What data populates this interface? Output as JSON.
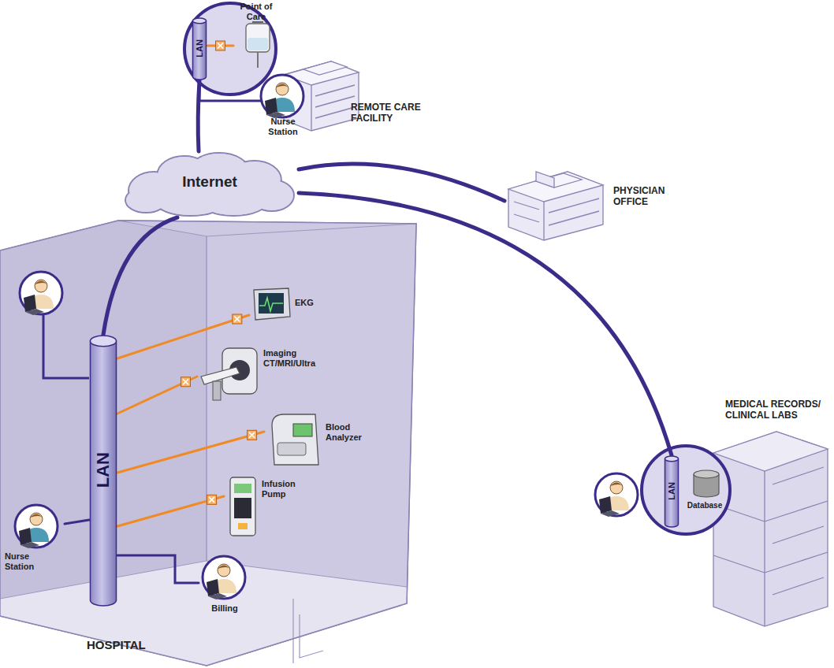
{
  "diagram": {
    "nodes": [
      {
        "text": [
          "REMOTE CARE FACILITY"
        ]
      },
      {
        "text": [
          "LAN"
        ],
        "in": 0
      },
      {
        "text": [
          "Point of Care"
        ],
        "in": 0
      },
      {
        "text": [
          "Nurse Station"
        ],
        "in": 0
      },
      {
        "text": [
          "Internet"
        ]
      },
      {
        "text": [
          "PHYSICIAN OFFICE"
        ]
      },
      {
        "text": [
          "HOSPITAL"
        ]
      },
      {
        "text": [
          "LAN"
        ],
        "in": 6
      },
      {
        "text": [
          "EKG"
        ],
        "in": 6
      },
      {
        "text": [
          "Imaging CT/MRI/Ultra"
        ],
        "in": 6
      },
      {
        "text": [
          "Blood Analyzer"
        ],
        "in": 6
      },
      {
        "text": [
          "Infusion Pump"
        ],
        "in": 6
      },
      {
        "text": [
          "Nurse Station"
        ],
        "in": 6
      },
      {
        "text": [
          "Billing"
        ],
        "in": 6
      },
      {
        "text": [
          "MEDICAL RECORDS/ CLINICAL LABS"
        ]
      },
      {
        "text": [
          "LAN"
        ],
        "in": 14
      },
      {
        "text": [
          "Database"
        ],
        "in": 14
      }
    ],
    "edges": [
      {
        "from": 4,
        "to": 1,
        "arrow": "none"
      },
      {
        "from": 1,
        "to": 2,
        "arrow": "none"
      },
      {
        "from": 1,
        "to": 3,
        "arrow": "none"
      },
      {
        "from": 4,
        "to": 5,
        "arrow": "none"
      },
      {
        "from": 4,
        "to": 15,
        "arrow": "none"
      },
      {
        "from": 4,
        "to": 7,
        "arrow": "none"
      },
      {
        "from": 7,
        "to": 8,
        "arrow": "none"
      },
      {
        "from": 7,
        "to": 9,
        "arrow": "none"
      },
      {
        "from": 7,
        "to": 10,
        "arrow": "none"
      },
      {
        "from": 7,
        "to": 11,
        "arrow": "none"
      },
      {
        "from": 7,
        "to": 12,
        "arrow": "none"
      },
      {
        "from": 7,
        "to": 13,
        "arrow": "none"
      }
    ]
  }
}
